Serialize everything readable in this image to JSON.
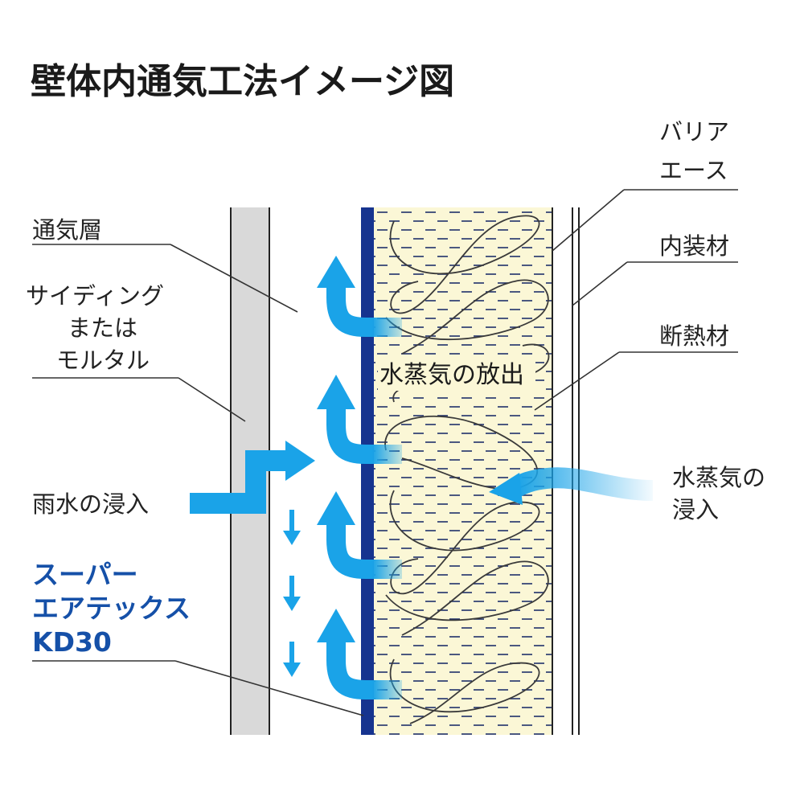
{
  "title": "壁体内通気工法イメージ図",
  "labels": {
    "barrier_line1": "バリア",
    "barrier_line2": "エース",
    "air_layer": "通気層",
    "interior": "内装材",
    "siding_line1": "サイディング",
    "siding_line2": "または",
    "siding_line3": "モルタル",
    "insulation": "断熱材",
    "vapor_release": "水蒸気の放出",
    "vapor_in_line1": "水蒸気の",
    "vapor_in_line2": "浸入",
    "rain_in": "雨水の浸入",
    "product_line1": "スーパー",
    "product_line2": "エアテックス",
    "product_line3": "KD30"
  },
  "colors": {
    "arrow_blue": "#1aa3e8",
    "membrane_navy": "#16348f",
    "insulation_cream": "#fbf7d6",
    "siding_gray": "#d9d9d9",
    "product_text": "#1550a8"
  }
}
